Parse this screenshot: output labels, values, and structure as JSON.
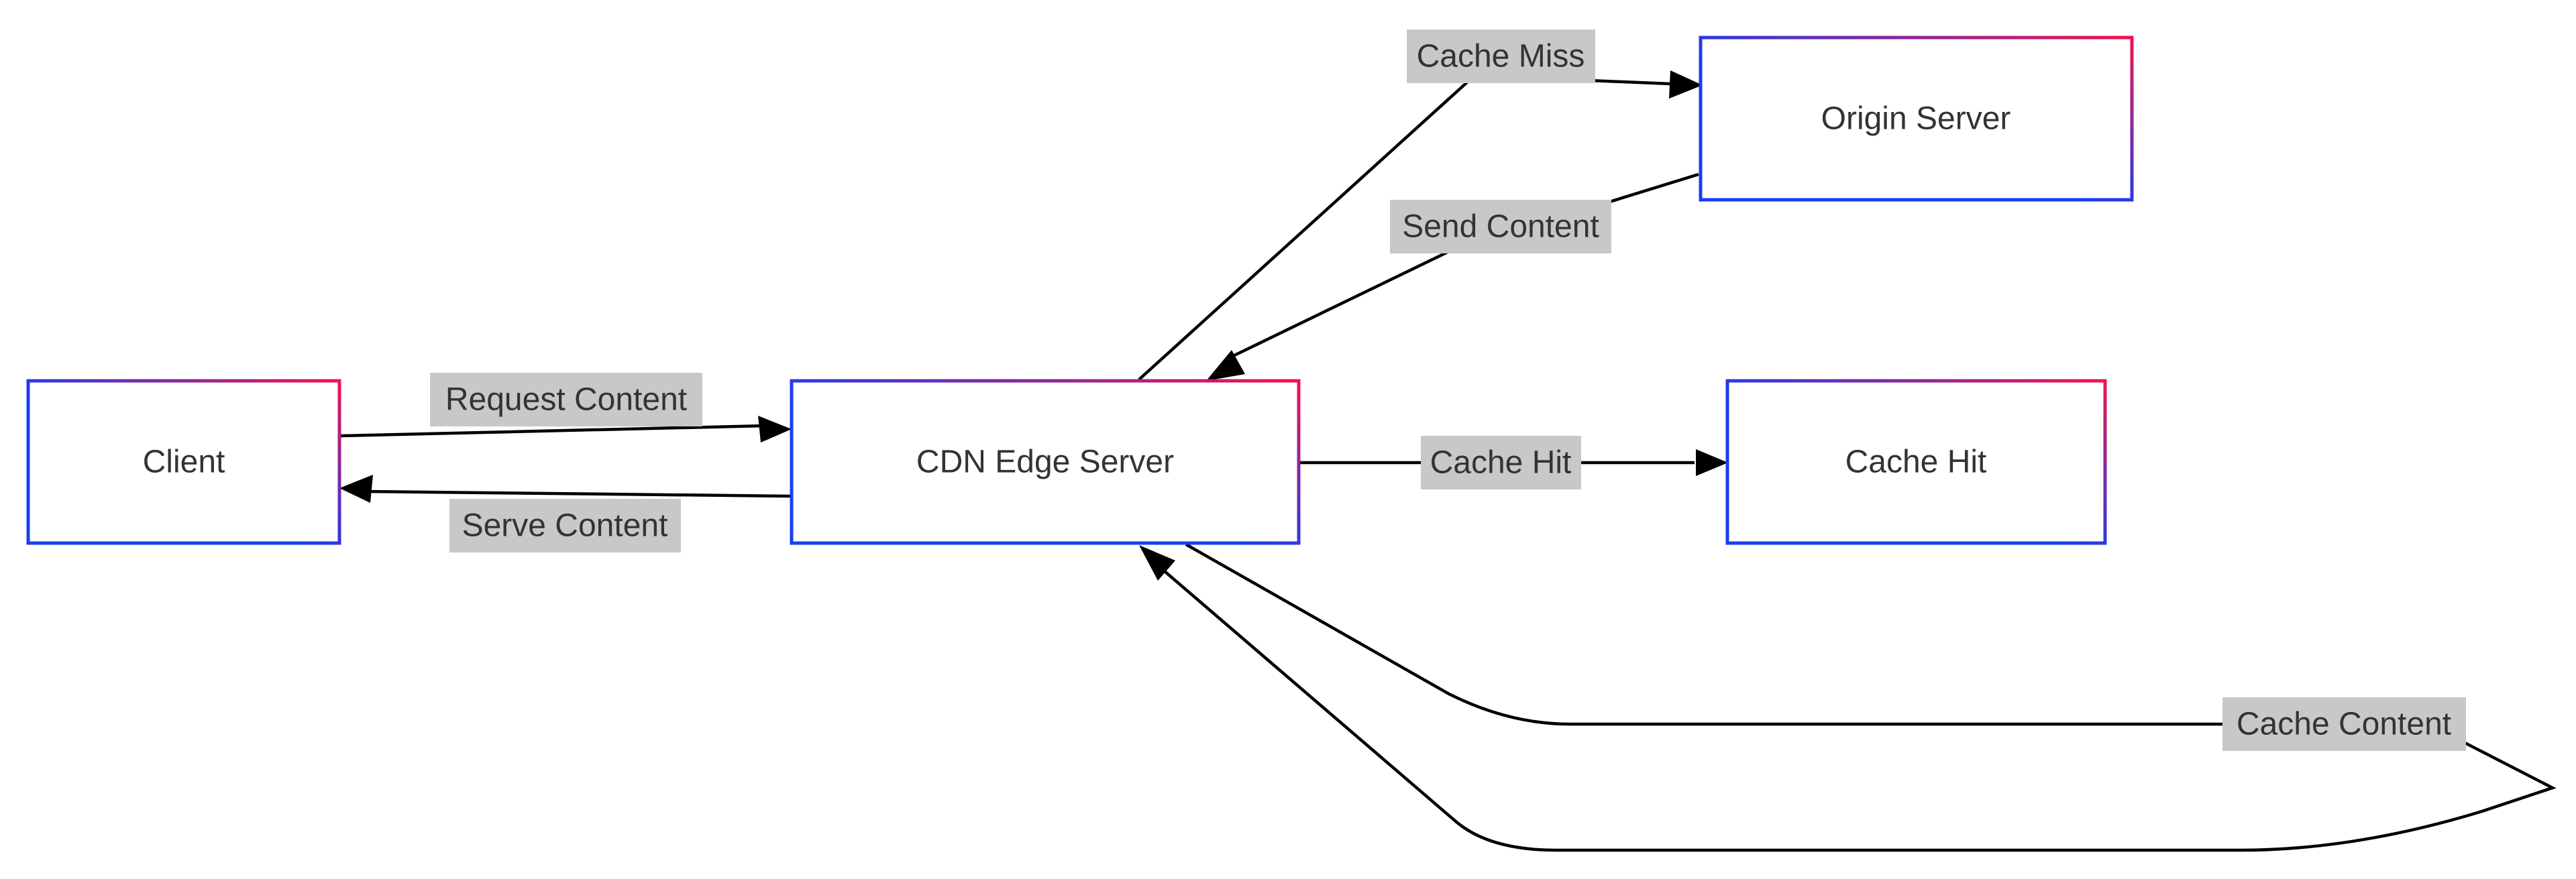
{
  "colors": {
    "node_border_start": "#1a3cf0",
    "node_border_end": "#f0144e",
    "edge_color": "#000000",
    "label_background": "#c8c8c8",
    "text_color": "#333333"
  },
  "nodes": {
    "client": {
      "label": "Client"
    },
    "cdn_edge_server": {
      "label": "CDN Edge Server"
    },
    "origin_server": {
      "label": "Origin Server"
    },
    "cache_hit": {
      "label": "Cache Hit"
    }
  },
  "edges": {
    "request_content": {
      "label": "Request Content",
      "from": "Client",
      "to": "CDN Edge Server"
    },
    "serve_content": {
      "label": "Serve Content",
      "from": "CDN Edge Server",
      "to": "Client"
    },
    "cache_miss": {
      "label": "Cache Miss",
      "from": "CDN Edge Server",
      "to": "Origin Server"
    },
    "send_content": {
      "label": "Send Content",
      "from": "Origin Server",
      "to": "CDN Edge Server"
    },
    "cache_hit": {
      "label": "Cache Hit",
      "from": "CDN Edge Server",
      "to": "Cache Hit"
    },
    "cache_content": {
      "label": "Cache Content",
      "from": "CDN Edge Server",
      "to": "CDN Edge Server"
    }
  }
}
